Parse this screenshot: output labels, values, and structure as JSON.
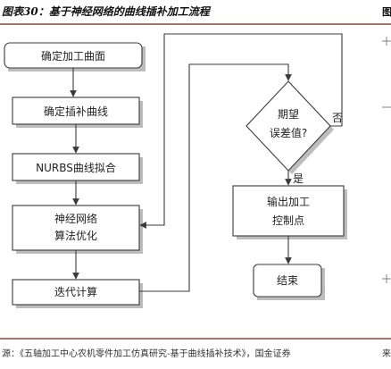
{
  "header": {
    "title": "图表30：基于神经网络的曲线插补加工流程",
    "right_fragment": "图"
  },
  "nodes": {
    "n1": "确定加工曲面",
    "n2": "确定插补曲线",
    "n3": "NURBS曲线拟合",
    "n4_line1": "神经网络",
    "n4_line2": "算法优化",
    "n5": "迭代计算",
    "d_line1": "期望",
    "d_line2": "误差值?",
    "o_line1": "输出加工",
    "o_line2": "控制点",
    "end": "结束"
  },
  "edges": {
    "no_label": "否",
    "yes_label": "是"
  },
  "footer": {
    "source": "源：《五轴加工中心农机零件加工仿真研究-基于曲线插补技术》，国金证券",
    "right_fragment": "来"
  }
}
